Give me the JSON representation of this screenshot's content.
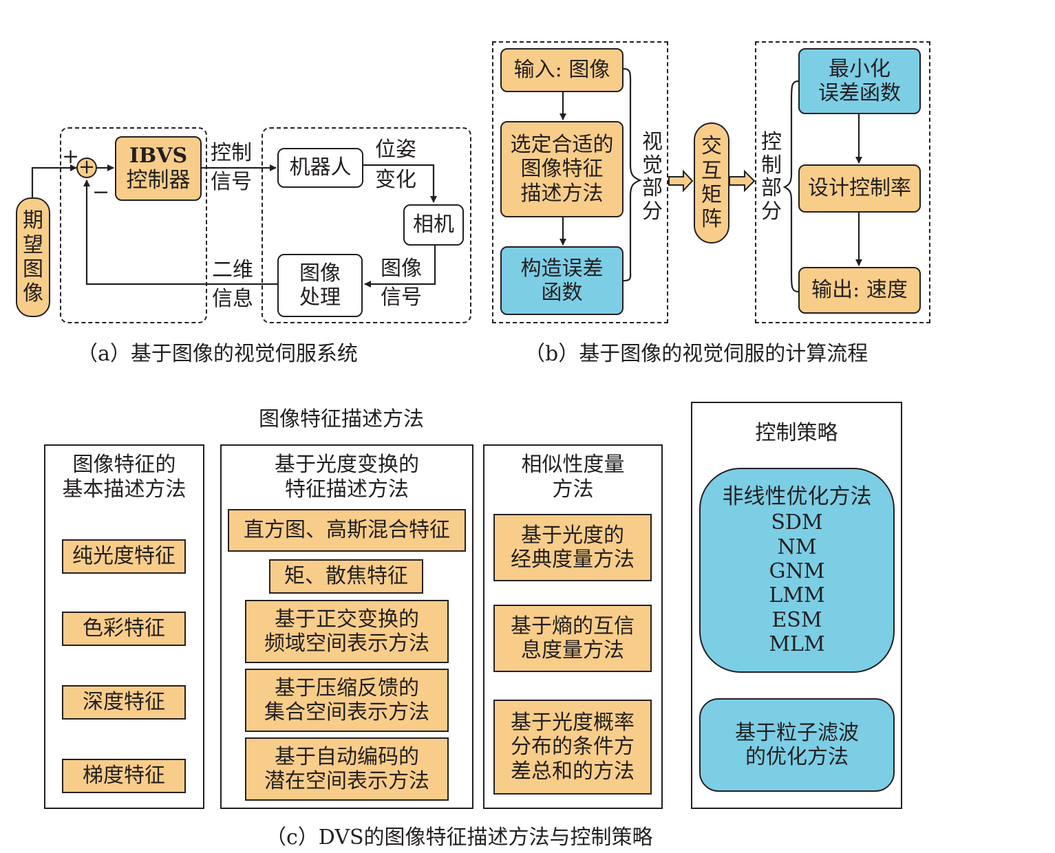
{
  "panel_a": {
    "caption": "（a）基于图像的视觉伺服系统",
    "input_label": [
      "期",
      "望",
      "图",
      "像"
    ],
    "plus_sign": "+",
    "minus_sign": "−",
    "summing_symbol": "+",
    "controller": [
      "IBVS",
      "控制器"
    ],
    "control_signal": [
      "控制",
      "信号"
    ],
    "robot": "机器人",
    "pose_change": [
      "位姿",
      "变化"
    ],
    "camera": "相机",
    "image_signal": [
      "图像",
      "信号"
    ],
    "image_processing": [
      "图像",
      "处理"
    ],
    "two_d_info": [
      "二维",
      "信息"
    ]
  },
  "panel_b": {
    "caption": "（b）基于图像的视觉伺服的计算流程",
    "input_image": "输入: 图像",
    "select_method": [
      "选定合适的",
      "图像特征",
      "描述方法"
    ],
    "construct_error": [
      "构造误差",
      "函数"
    ],
    "vision_part": [
      "视",
      "觉",
      "部",
      "分"
    ],
    "interaction_matrix": [
      "交",
      "互",
      "矩",
      "阵"
    ],
    "control_part": [
      "控",
      "制",
      "部",
      "分"
    ],
    "minimize_error": [
      "最小化",
      "误差函数"
    ],
    "design_control_rate": "设计控制率",
    "output_velocity": "输出: 速度"
  },
  "panel_c": {
    "caption": "（c）DVS的图像特征描述方法与控制策略",
    "feature_methods_title": "图像特征描述方法",
    "basic": {
      "title": [
        "图像特征的",
        "基本描述方法"
      ],
      "items": [
        "纯光度特征",
        "色彩特征",
        "深度特征",
        "梯度特征"
      ]
    },
    "photometric": {
      "title": [
        "基于光度变换的",
        "特征描述方法"
      ],
      "items": [
        [
          "直方图、高斯混合特征"
        ],
        [
          "矩、散焦特征"
        ],
        [
          "基于正交变换的",
          "频域空间表示方法"
        ],
        [
          "基于压缩反馈的",
          "集合空间表示方法"
        ],
        [
          "基于自动编码的",
          "潜在空间表示方法"
        ]
      ]
    },
    "similarity": {
      "title": [
        "相似性度量",
        "方法"
      ],
      "items": [
        [
          "基于光度的",
          "经典度量方法"
        ],
        [
          "基于熵的互信",
          "息度量方法"
        ],
        [
          "基于光度概率",
          "分布的条件方",
          "差总和的方法"
        ]
      ]
    },
    "control": {
      "title": "控制策略",
      "nonlinear_title": "非线性优化方法",
      "nonlinear_items": [
        "SDM",
        "NM",
        "GNM",
        "LMM",
        "ESM",
        "MLM"
      ],
      "particle": [
        "基于粒子滤波",
        "的优化方法"
      ]
    }
  },
  "colors": {
    "orange": "#f8cd8a",
    "blue": "#7ccee5",
    "line": "#231f20"
  }
}
